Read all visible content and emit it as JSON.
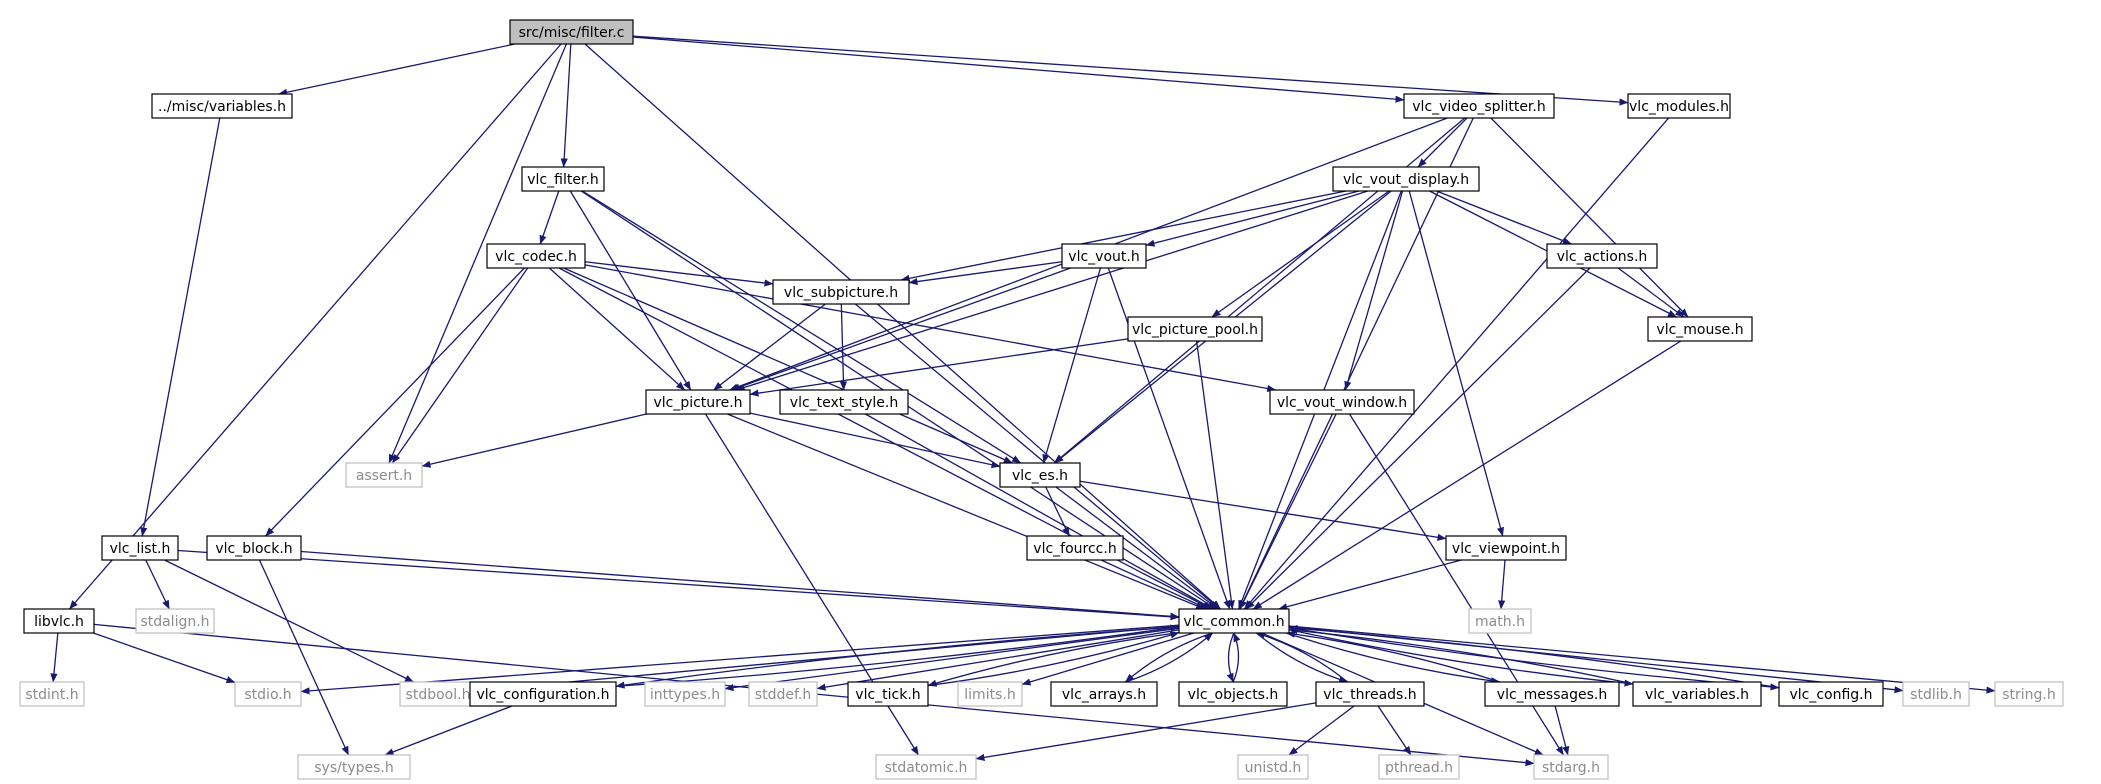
{
  "diagram": {
    "type": "include-dependency-graph",
    "root": "src/misc/filter.c",
    "nodes": [
      {
        "id": "filter_c",
        "label": "src/misc/filter.c",
        "kind": "root"
      },
      {
        "id": "variables_misc",
        "label": "../misc/variables.h",
        "kind": "header"
      },
      {
        "id": "vlc_video_splitter",
        "label": "vlc_video_splitter.h",
        "kind": "header"
      },
      {
        "id": "vlc_modules",
        "label": "vlc_modules.h",
        "kind": "header"
      },
      {
        "id": "vlc_filter",
        "label": "vlc_filter.h",
        "kind": "header"
      },
      {
        "id": "vlc_vout_display",
        "label": "vlc_vout_display.h",
        "kind": "header"
      },
      {
        "id": "vlc_codec",
        "label": "vlc_codec.h",
        "kind": "header"
      },
      {
        "id": "vlc_vout",
        "label": "vlc_vout.h",
        "kind": "header"
      },
      {
        "id": "vlc_actions",
        "label": "vlc_actions.h",
        "kind": "header"
      },
      {
        "id": "vlc_subpicture",
        "label": "vlc_subpicture.h",
        "kind": "header"
      },
      {
        "id": "vlc_picture_pool",
        "label": "vlc_picture_pool.h",
        "kind": "header"
      },
      {
        "id": "vlc_mouse",
        "label": "vlc_mouse.h",
        "kind": "header"
      },
      {
        "id": "vlc_picture",
        "label": "vlc_picture.h",
        "kind": "header"
      },
      {
        "id": "vlc_text_style",
        "label": "vlc_text_style.h",
        "kind": "header"
      },
      {
        "id": "vlc_vout_window",
        "label": "vlc_vout_window.h",
        "kind": "header"
      },
      {
        "id": "assert",
        "label": "assert.h",
        "kind": "system"
      },
      {
        "id": "vlc_es",
        "label": "vlc_es.h",
        "kind": "header"
      },
      {
        "id": "vlc_list",
        "label": "vlc_list.h",
        "kind": "header"
      },
      {
        "id": "vlc_block",
        "label": "vlc_block.h",
        "kind": "header"
      },
      {
        "id": "vlc_fourcc",
        "label": "vlc_fourcc.h",
        "kind": "header"
      },
      {
        "id": "vlc_viewpoint",
        "label": "vlc_viewpoint.h",
        "kind": "header"
      },
      {
        "id": "stdalign",
        "label": "stdalign.h",
        "kind": "system"
      },
      {
        "id": "math",
        "label": "math.h",
        "kind": "system"
      },
      {
        "id": "libvlc",
        "label": "libvlc.h",
        "kind": "header"
      },
      {
        "id": "vlc_common",
        "label": "vlc_common.h",
        "kind": "header"
      },
      {
        "id": "stdint",
        "label": "stdint.h",
        "kind": "system"
      },
      {
        "id": "stdio",
        "label": "stdio.h",
        "kind": "system"
      },
      {
        "id": "stdbool",
        "label": "stdbool.h",
        "kind": "system"
      },
      {
        "id": "vlc_configuration",
        "label": "vlc_configuration.h",
        "kind": "header"
      },
      {
        "id": "inttypes",
        "label": "inttypes.h",
        "kind": "system"
      },
      {
        "id": "stddef",
        "label": "stddef.h",
        "kind": "system"
      },
      {
        "id": "vlc_tick",
        "label": "vlc_tick.h",
        "kind": "header"
      },
      {
        "id": "limits",
        "label": "limits.h",
        "kind": "system"
      },
      {
        "id": "vlc_arrays",
        "label": "vlc_arrays.h",
        "kind": "header"
      },
      {
        "id": "vlc_objects",
        "label": "vlc_objects.h",
        "kind": "header"
      },
      {
        "id": "vlc_threads",
        "label": "vlc_threads.h",
        "kind": "header"
      },
      {
        "id": "vlc_messages",
        "label": "vlc_messages.h",
        "kind": "header"
      },
      {
        "id": "vlc_variables",
        "label": "vlc_variables.h",
        "kind": "header"
      },
      {
        "id": "vlc_config",
        "label": "vlc_config.h",
        "kind": "header"
      },
      {
        "id": "stdlib",
        "label": "stdlib.h",
        "kind": "system"
      },
      {
        "id": "string",
        "label": "string.h",
        "kind": "system"
      },
      {
        "id": "sys_types",
        "label": "sys/types.h",
        "kind": "system"
      },
      {
        "id": "stdatomic",
        "label": "stdatomic.h",
        "kind": "system"
      },
      {
        "id": "unistd",
        "label": "unistd.h",
        "kind": "system"
      },
      {
        "id": "pthread",
        "label": "pthread.h",
        "kind": "system"
      },
      {
        "id": "stdarg",
        "label": "stdarg.h",
        "kind": "system"
      }
    ],
    "edges": [
      [
        "filter_c",
        "variables_misc"
      ],
      [
        "filter_c",
        "vlc_video_splitter"
      ],
      [
        "filter_c",
        "vlc_modules"
      ],
      [
        "filter_c",
        "vlc_filter"
      ],
      [
        "filter_c",
        "assert"
      ],
      [
        "filter_c",
        "libvlc"
      ],
      [
        "filter_c",
        "vlc_common"
      ],
      [
        "variables_misc",
        "vlc_list"
      ],
      [
        "vlc_video_splitter",
        "vlc_vout_display"
      ],
      [
        "vlc_video_splitter",
        "vlc_picture"
      ],
      [
        "vlc_video_splitter",
        "vlc_mouse"
      ],
      [
        "vlc_video_splitter",
        "vlc_es"
      ],
      [
        "vlc_video_splitter",
        "vlc_common"
      ],
      [
        "vlc_modules",
        "vlc_common"
      ],
      [
        "vlc_filter",
        "vlc_codec"
      ],
      [
        "vlc_filter",
        "vlc_picture"
      ],
      [
        "vlc_filter",
        "vlc_es"
      ],
      [
        "vlc_filter",
        "vlc_common"
      ],
      [
        "vlc_vout_display",
        "vlc_vout"
      ],
      [
        "vlc_vout_display",
        "vlc_actions"
      ],
      [
        "vlc_vout_display",
        "vlc_subpicture"
      ],
      [
        "vlc_vout_display",
        "vlc_picture_pool"
      ],
      [
        "vlc_vout_display",
        "vlc_mouse"
      ],
      [
        "vlc_vout_display",
        "vlc_picture"
      ],
      [
        "vlc_vout_display",
        "vlc_vout_window"
      ],
      [
        "vlc_vout_display",
        "vlc_es"
      ],
      [
        "vlc_vout_display",
        "vlc_viewpoint"
      ],
      [
        "vlc_vout_display",
        "vlc_common"
      ],
      [
        "vlc_codec",
        "vlc_subpicture"
      ],
      [
        "vlc_codec",
        "vlc_picture"
      ],
      [
        "vlc_codec",
        "vlc_vout_window"
      ],
      [
        "vlc_codec",
        "assert"
      ],
      [
        "vlc_codec",
        "vlc_es"
      ],
      [
        "vlc_codec",
        "vlc_block"
      ],
      [
        "vlc_codec",
        "vlc_common"
      ],
      [
        "vlc_vout",
        "vlc_subpicture"
      ],
      [
        "vlc_vout",
        "vlc_picture"
      ],
      [
        "vlc_vout",
        "vlc_es"
      ],
      [
        "vlc_vout",
        "vlc_common"
      ],
      [
        "vlc_actions",
        "vlc_mouse"
      ],
      [
        "vlc_actions",
        "vlc_common"
      ],
      [
        "vlc_subpicture",
        "vlc_picture"
      ],
      [
        "vlc_subpicture",
        "vlc_text_style"
      ],
      [
        "vlc_subpicture",
        "vlc_common"
      ],
      [
        "vlc_picture_pool",
        "vlc_picture"
      ],
      [
        "vlc_picture_pool",
        "vlc_common"
      ],
      [
        "vlc_mouse",
        "vlc_common"
      ],
      [
        "vlc_picture",
        "assert"
      ],
      [
        "vlc_picture",
        "vlc_es"
      ],
      [
        "vlc_picture",
        "stdatomic"
      ],
      [
        "vlc_picture",
        "vlc_common"
      ],
      [
        "vlc_text_style",
        "vlc_common"
      ],
      [
        "vlc_vout_window",
        "vlc_common"
      ],
      [
        "vlc_vout_window",
        "stdarg"
      ],
      [
        "vlc_es",
        "vlc_fourcc"
      ],
      [
        "vlc_es",
        "vlc_viewpoint"
      ],
      [
        "vlc_es",
        "vlc_common"
      ],
      [
        "vlc_list",
        "stdalign"
      ],
      [
        "vlc_list",
        "stdbool"
      ],
      [
        "vlc_list",
        "vlc_common"
      ],
      [
        "vlc_block",
        "sys_types"
      ],
      [
        "vlc_block",
        "vlc_common"
      ],
      [
        "vlc_fourcc",
        "vlc_common"
      ],
      [
        "vlc_viewpoint",
        "math"
      ],
      [
        "vlc_viewpoint",
        "vlc_common"
      ],
      [
        "libvlc",
        "stdint"
      ],
      [
        "libvlc",
        "stdio"
      ],
      [
        "libvlc",
        "stdarg"
      ],
      [
        "vlc_common",
        "stdio"
      ],
      [
        "vlc_common",
        "stdbool"
      ],
      [
        "vlc_common",
        "vlc_configuration"
      ],
      [
        "vlc_common",
        "inttypes"
      ],
      [
        "vlc_common",
        "stddef"
      ],
      [
        "vlc_common",
        "vlc_tick"
      ],
      [
        "vlc_common",
        "limits"
      ],
      [
        "vlc_common",
        "vlc_arrays"
      ],
      [
        "vlc_common",
        "vlc_objects"
      ],
      [
        "vlc_common",
        "vlc_threads"
      ],
      [
        "vlc_common",
        "vlc_messages"
      ],
      [
        "vlc_common",
        "vlc_variables"
      ],
      [
        "vlc_common",
        "vlc_config"
      ],
      [
        "vlc_common",
        "stdlib"
      ],
      [
        "vlc_common",
        "string"
      ],
      [
        "vlc_common",
        "stdarg"
      ],
      [
        "vlc_configuration",
        "vlc_common"
      ],
      [
        "vlc_configuration",
        "sys_types"
      ],
      [
        "vlc_tick",
        "vlc_common"
      ],
      [
        "vlc_arrays",
        "vlc_common"
      ],
      [
        "vlc_objects",
        "vlc_common"
      ],
      [
        "vlc_threads",
        "vlc_common"
      ],
      [
        "vlc_threads",
        "stdatomic"
      ],
      [
        "vlc_threads",
        "unistd"
      ],
      [
        "vlc_threads",
        "pthread"
      ],
      [
        "vlc_messages",
        "vlc_common"
      ],
      [
        "vlc_messages",
        "stdarg"
      ],
      [
        "vlc_variables",
        "vlc_common"
      ],
      [
        "vlc_config",
        "vlc_common"
      ]
    ]
  },
  "colors": {
    "edge": "#191970",
    "root_fill": "#bfbfbf",
    "node_stroke": "#000000",
    "system_stroke": "#bfbfbf",
    "system_text": "#8c8c8c"
  }
}
